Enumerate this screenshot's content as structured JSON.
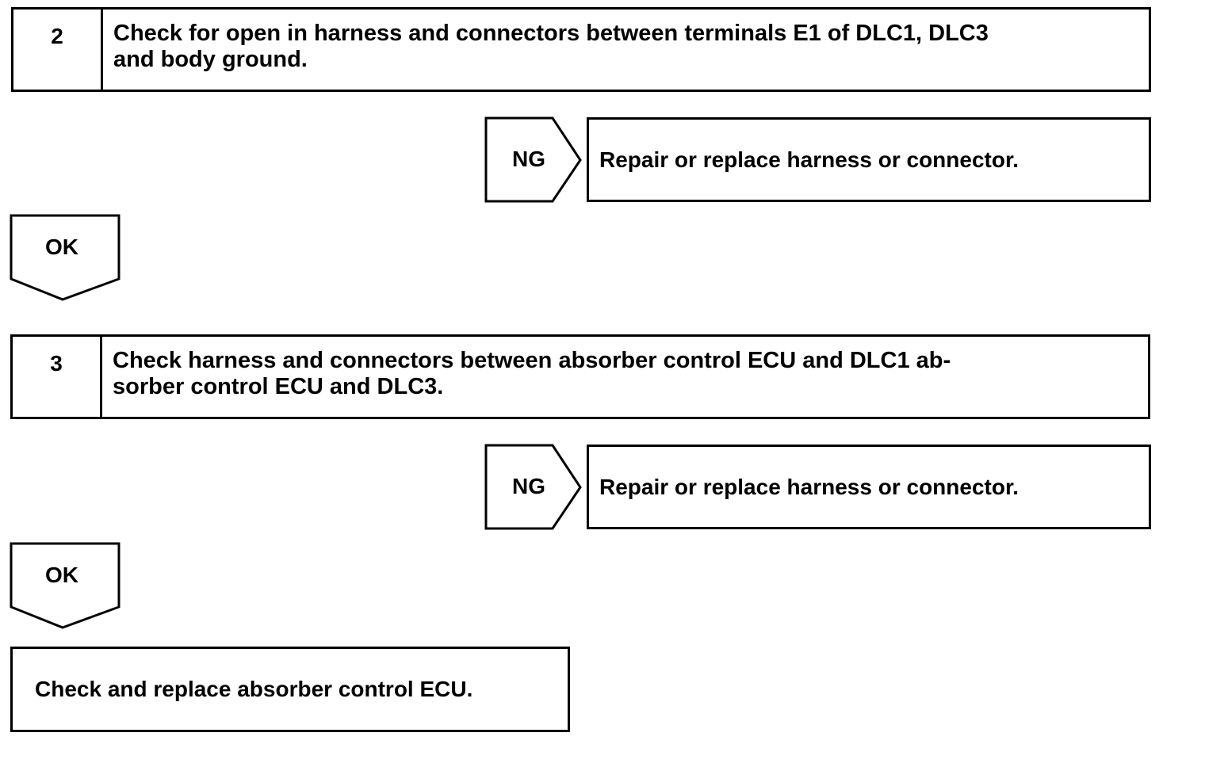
{
  "steps": [
    {
      "number": "2",
      "lines": [
        "Check for open in harness and connectors between terminals E1 of DLC1, DLC3",
        "and body ground."
      ],
      "ng_label": "NG",
      "ng_action": "Repair or replace harness or connector.",
      "ok_label": "OK"
    },
    {
      "number": "3",
      "lines": [
        "Check harness and connectors between absorber control ECU and DLC1 ab-",
        "sorber control ECU and DLC3."
      ],
      "ng_label": "NG",
      "ng_action": "Repair or replace harness or connector.",
      "ok_label": "OK"
    }
  ],
  "final_action": "Check and replace absorber control ECU."
}
